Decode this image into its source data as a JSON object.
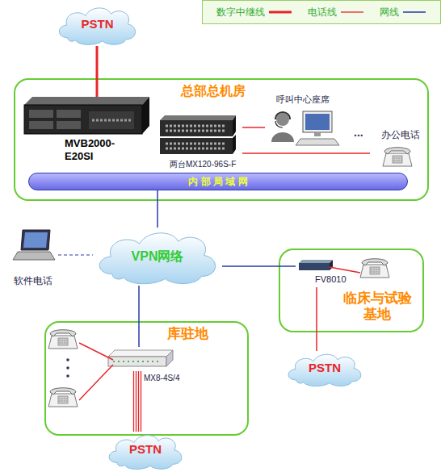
{
  "diagram": {
    "nodes": [
      {
        "text": [
          "PSTN"
        ]
      },
      {
        "text": [
          "总部总机房"
        ]
      },
      {
        "text": [
          "MVB2000- E20SI"
        ],
        "in": 1
      },
      {
        "text": [
          "两台MX120-96S-F"
        ],
        "in": 1
      },
      {
        "text": [
          "呼叫中心座席"
        ],
        "in": 1
      },
      {
        "text": [
          "办公电话"
        ],
        "in": 1
      },
      {
        "text": [
          "内 部 局 域 网"
        ],
        "in": 1
      },
      {
        "text": [
          "软件电话"
        ]
      },
      {
        "text": [
          "VPN网络"
        ]
      },
      {
        "text": [
          "临床与试验 基地"
        ]
      },
      {
        "text": [
          "FV8010"
        ],
        "in": 9
      },
      {
        "text": [
          "库驻地"
        ]
      },
      {
        "text": [
          "MX8-4S/4"
        ],
        "in": 11
      },
      {
        "text": [
          "PSTN"
        ]
      },
      {
        "text": [
          "PSTN"
        ]
      }
    ],
    "edges": [
      {
        "from": 0,
        "to": 2,
        "arrow": "none"
      },
      {
        "from": 3,
        "to": 4,
        "arrow": "none"
      },
      {
        "from": 3,
        "to": 5,
        "arrow": "none"
      },
      {
        "from": 6,
        "to": 8,
        "arrow": "none"
      },
      {
        "from": 7,
        "to": 8,
        "arrow": "none"
      },
      {
        "from": 8,
        "to": 10,
        "arrow": "none"
      },
      {
        "from": 8,
        "to": 12,
        "arrow": "none"
      },
      {
        "from": 10,
        "to": 13,
        "arrow": "none"
      },
      {
        "from": 12,
        "to": 14,
        "arrow": "none"
      }
    ],
    "labels": [
      "..."
    ],
    "legend": [
      {
        "text": "数字中继线"
      },
      {
        "text": "电话线"
      },
      {
        "text": "网线"
      }
    ]
  }
}
